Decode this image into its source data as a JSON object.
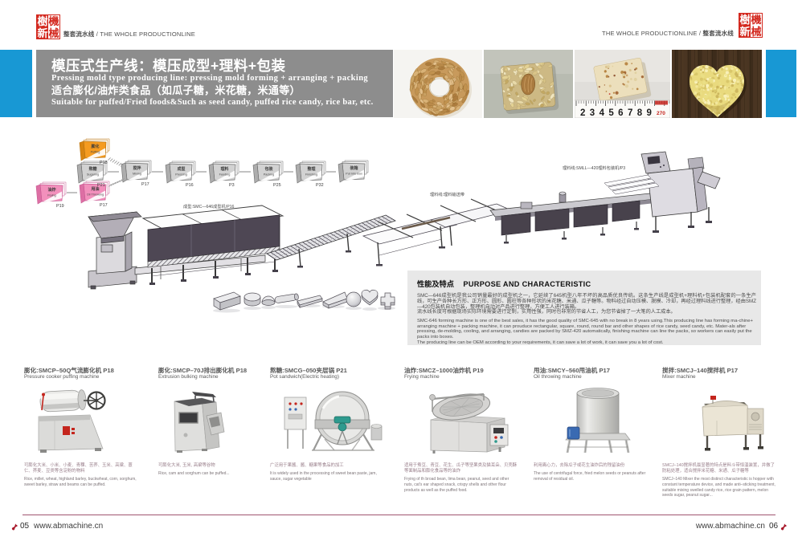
{
  "brand": {
    "seal_left_top": "樹",
    "seal_left_bottom": "新",
    "seal_right_top": "機",
    "seal_right_bottom": "械",
    "tagline_cn": "整套流水线",
    "tagline_divider": "/",
    "tagline_en": "THE WHOLE PRODUCTIONLINE"
  },
  "title_block": {
    "title_cn": "模压式生产线：模压成型+理料+包装",
    "subtitle_en": "Pressing mold type producing line: pressing mold forming + arranging + packing",
    "subtitle_cn": "适合膨化/油炸类食品（如瓜子糖，米花糖，米通等）",
    "subtitle_en2": "Suitable for puffed/Fried foods&Such as seed candy, puffed rice candy, rice bar, etc."
  },
  "photos": {
    "ruler_digits": "2 3 4 5 6 7 8 9",
    "ruler_mark": "270"
  },
  "flowchart": {
    "steps": [
      {
        "cn": "膨化",
        "en": "Puffing",
        "page": "P18"
      },
      {
        "cn": "熬糖",
        "en": "Sugaring",
        "page": "P21"
      },
      {
        "cn": "搅拌",
        "en": "Mixing",
        "page": "P17"
      },
      {
        "cn": "成型",
        "en": "Pressing",
        "page": "P16"
      },
      {
        "cn": "理料",
        "en": "Feeding",
        "page": "P3"
      },
      {
        "cn": "包装",
        "en": "Packing",
        "page": "P25"
      },
      {
        "cn": "整理",
        "en": "Finishing",
        "page": "P32"
      },
      {
        "cn": "装箱",
        "en": "Put Into Box",
        "page": ""
      },
      {
        "cn": "油炸",
        "en": "Frying",
        "page": "P19"
      },
      {
        "cn": "甩油",
        "en": "Oil Throwing",
        "page": "P17"
      }
    ]
  },
  "diagram": {
    "label_forming": "成型:SMC—646成型机/P16",
    "label_conveyor": "理料线:理料输送带",
    "label_packing": "理料线:SMLL—420理料包装机/P3"
  },
  "info_box": {
    "title_cn": "性能及特点",
    "title_en": "PURPOSE AND CHARACTERISTIC",
    "cn_para1": "SMC—646成型机是我公司销量最好的成型机之一，它延续了645机型八年不坏的高品质优良传统。这条生产线是成型机+理料机+包装机配套的一条生产线，可生产各种长方形、正方形、圆形、圆柱等各种形状的米花糖、米通、瓜子糖等。物料经过自动压模、脱模、冷却，再经过理料线进行整理，经由SMZ—420包装机自动包装，整理机自动对产品进行整理，方便工人进行装箱。",
    "cn_para2": "流水线长度可根据现场实际环境需要进行定制，实用性强，同时也非常的节省人工，为您节省掉了一大笔的人工成本。",
    "en_para1": "SMC-646 forming machine is one of the best sales, it has the good quality of SMC-645 with no break in 8 years using.This producing line has forming ma-chine+ arranging machine + packing machine, it can prouduce rectangular, square, round, round bar and other shapes of rice candy, seed candy, etc. Mater-als after pressing, de-molding, cooling, and arranging,  candies are packed by SMZ-420 automatically, finishing machine can line the packs, so workers can easily put the packs into boxes.",
    "en_para2": "The producing line can be OEM according to your requirements, it can save a lot of work, it can save you a lot of cost."
  },
  "products": [
    {
      "title_cn": "膨化:SMCP–50Q气流膨化机 P18",
      "title_en": "Pressure cooker puffing machine",
      "desc_cn": "可膨化大米、小米、小麦、青稞、苦荞、玉米、高粱、薏仁、荞麦、豆类等含淀粉的物料",
      "desc_en": "Rice, millet, wheat, highland barley, buckwheat, corn, sorghum, sweet barley, straw and beams can be puffed."
    },
    {
      "title_cn": "膨化:SMCP–70J排出膨化机 P18",
      "title_en": "Extrusion bulking machine",
      "desc_cn": "可膨化大米, 玉米, 高粱等谷物",
      "desc_en": "Rice, cam and sorghum can be puffed..."
    },
    {
      "title_cn": "熬糖:SMCG–050夹层锅 P21",
      "title_en": "Pot sandwich(Electric heating)",
      "desc_cn": "广泛用于果酱、酱、糖果等食品的加工",
      "desc_en": "It is widely used in the processing of sweet bean paste, jam, sauce, sugar vegetable"
    },
    {
      "title_cn": "油炸:SMCZ–1000油炸机 P19",
      "title_en": "Frying machine",
      "desc_cn": "适用于蚕豆、青豆、花生、瓜子等坚果类及猫耳朵、贝壳酥等面制品和膨化食品等的油炸",
      "desc_en": "Frying of th broad bean, lima bean, peanut, seed and other nuts, cat's ear shaped snack, crispy shells and other flour products as well as the puffed food."
    },
    {
      "title_cn": "甩油:SMCY–560甩油机 P17",
      "title_en": "Oil throwing machine",
      "desc_cn": "利用离心力，去除瓜子或花生油炸后的残留油份",
      "desc_en": "The use of centrifugal force, fried melon seeds or peanuts after removal of residual oil."
    },
    {
      "title_cn": "搅拌:SMCJ–140搅拌机 P17",
      "title_en": "Mixer machine",
      "desc_cn": "SMCJ–140搅拌机最显著的特点是料斗带恒温装置，并做了防粘处理，适合搅拌米花糖、米通、瓜子糖等",
      "desc_en": "SMCJ–140 Mixer the most distinct characteristic is hopper with constant temperature device, and made anti–sticking treatment, suitable mixing swelled candy rice, rice grain pattern, melon seeds sugar, peanut sugar..."
    }
  ],
  "footer": {
    "page_left": "05",
    "page_right": "06",
    "site": "www.abmachine.cn"
  }
}
